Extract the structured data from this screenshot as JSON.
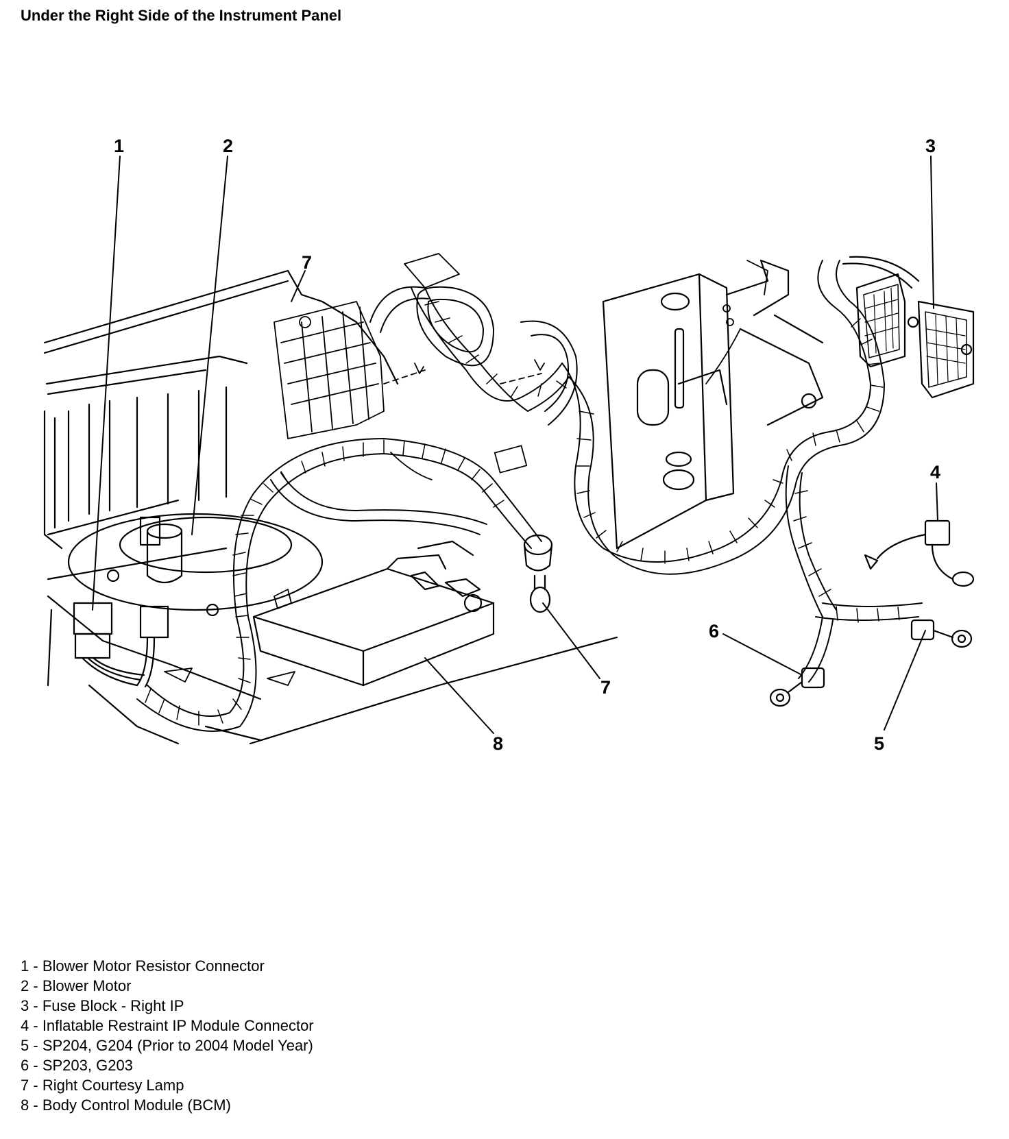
{
  "title": "Under the Right Side of the Instrument Panel",
  "callouts": [
    {
      "num": "1",
      "label": "Blower Motor Resistor Connector"
    },
    {
      "num": "2",
      "label": "Blower Motor"
    },
    {
      "num": "3",
      "label": "Fuse Block - Right IP"
    },
    {
      "num": "4",
      "label": "Inflatable Restraint IP Module Connector"
    },
    {
      "num": "5",
      "label": "SP204, G204 (Prior to 2004 Model Year)"
    },
    {
      "num": "6",
      "label": "SP203, G203"
    },
    {
      "num": "7",
      "label": "Right Courtesy Lamp"
    },
    {
      "num": "8",
      "label": "Body Control Module (BCM)"
    }
  ],
  "separator": " - "
}
